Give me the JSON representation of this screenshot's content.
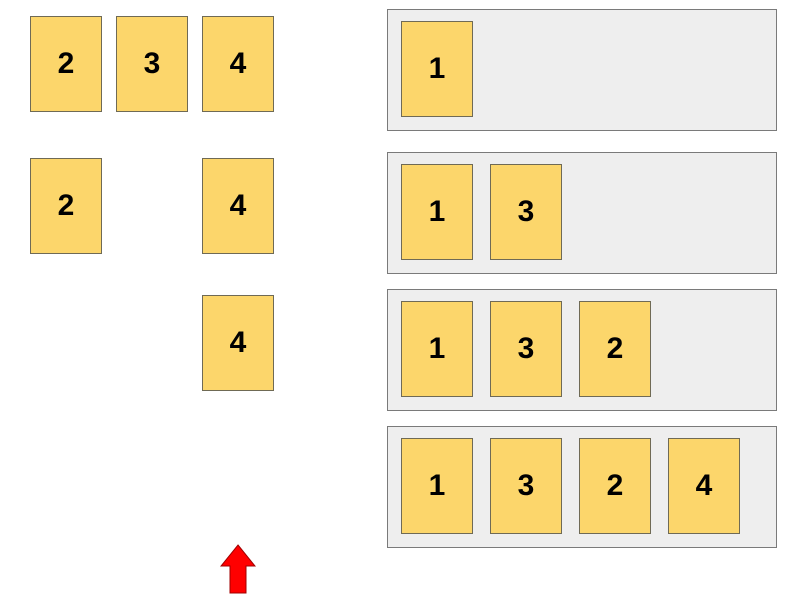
{
  "colors": {
    "card_fill": "#fcd66b",
    "card_border": "#6f6a55",
    "tray_fill": "#eeeeee",
    "tray_border": "#7a7a7a",
    "arrow": "#ff0000"
  },
  "remaining_rows": [
    {
      "slots": [
        "2",
        "3",
        "4"
      ]
    },
    {
      "slots": [
        "2",
        "",
        "4"
      ]
    },
    {
      "slots": [
        "",
        "",
        "4"
      ]
    }
  ],
  "trays": [
    {
      "cards": [
        "1"
      ]
    },
    {
      "cards": [
        "1",
        "3"
      ]
    },
    {
      "cards": [
        "1",
        "3",
        "2"
      ]
    },
    {
      "cards": [
        "1",
        "3",
        "2",
        "4"
      ]
    }
  ],
  "arrow_icon": "up-arrow-icon"
}
